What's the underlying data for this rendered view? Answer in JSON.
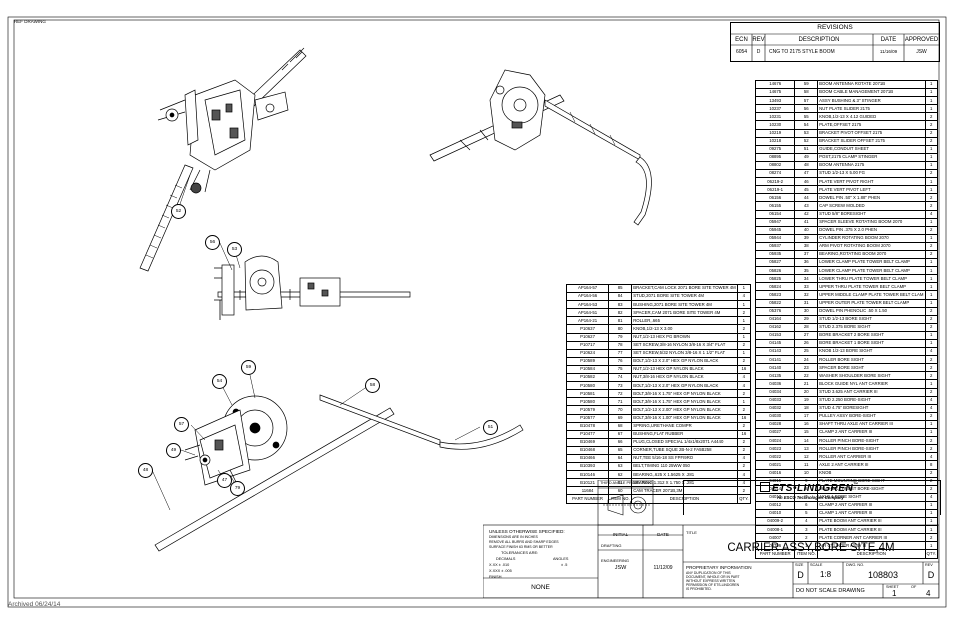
{
  "corner_tag": "REF DRAWING",
  "archive_note": "Archived 06/24/14",
  "revisions": {
    "title": "REVISIONS",
    "headers": [
      "ECN",
      "REV",
      "DESCRIPTION",
      "DATE",
      "APPROVED"
    ],
    "rows": [
      [
        "6054",
        "D",
        "CNG TO 2175 STYLE BOOM",
        "11/16/09",
        "JSW"
      ]
    ]
  },
  "bom_right": [
    [
      "14676",
      "59",
      "BOOM ANTENNA ROTATE 2071B",
      "1"
    ],
    [
      "14675",
      "58",
      "BOOM CABLE MANAGEMENT 2071B",
      "1"
    ],
    [
      "13493",
      "57",
      "ASSY BUSHING & 3\" STINGER",
      "1"
    ],
    [
      "10237",
      "56",
      "NUT PLATE SLIDER 2175",
      "1"
    ],
    [
      "10231",
      "55",
      "KNOB,1/2-13 X 4.12 GUIDED",
      "2"
    ],
    [
      "10230",
      "54",
      "PLATE,OFFSET 2175",
      "2"
    ],
    [
      "10219",
      "53",
      "BRACKET PIVOT OFFSET 2175",
      "2"
    ],
    [
      "10218",
      "52",
      "BRACKET SLIDER OFFSET 2175",
      "2"
    ],
    [
      "09275",
      "51",
      "GUIDE,CONDUIT SHEET",
      "1"
    ],
    [
      "08895",
      "49",
      "POST,2175 CLAMP STINGER",
      "1"
    ],
    [
      "08802",
      "48",
      "BOOM ANTENNA 2175",
      "1"
    ],
    [
      "08274",
      "47",
      "STUD 1/2-13 X 5.00 FG",
      "2"
    ],
    [
      "06219-2",
      "46",
      "PLATE VERT PIVOT RIGHT",
      "1"
    ],
    [
      "06219-1",
      "45",
      "PLATE VERT PIVOT LEFT",
      "1"
    ],
    [
      "06156",
      "44",
      "DOWEL PIN .50\" X 1.88\" PHEN",
      "2"
    ],
    [
      "06155",
      "43",
      "CAP SCREW MOLDED",
      "2"
    ],
    [
      "06154",
      "42",
      "STUD 5/8\" BORESIGHT",
      "4"
    ],
    [
      "05947",
      "41",
      "SPACER SLEEVE ROTATING BOOM 2070",
      "1"
    ],
    [
      "05945",
      "40",
      "DOWEL PIN .375 X 2.0 PHEN",
      "2"
    ],
    [
      "05944",
      "39",
      "CYLINDER ROTATING BOOM 2070",
      "1"
    ],
    [
      "05937",
      "38",
      "ARM PIVOT ROTATING BOOM 2070",
      "2"
    ],
    [
      "05935",
      "37",
      "BEARING,ROTATING BOOM 2070",
      "2"
    ],
    [
      "05827",
      "36",
      "LOWER CLAMP PLATE TOWER BELT CLAMP",
      "1"
    ],
    [
      "05826",
      "35",
      "LOWER CLAMP PLATE TOWER BELT CLAMP",
      "1"
    ],
    [
      "05825",
      "34",
      "LOWER THRU PLATE TOWER BELT CLAMP",
      "1"
    ],
    [
      "05824",
      "33",
      "UPPER THRU PLATE TOWER BELT CLAMP",
      "1"
    ],
    [
      "05823",
      "32",
      "UPPER MIDDLE CLAMP PLATE TOWER BELT CLAM",
      "1"
    ],
    [
      "05822",
      "31",
      "UPPER OUTER PLATE TOWER BELT CLAMP",
      "1"
    ],
    [
      "05376",
      "30",
      "DOWEL PIN PHENOLIC .50 X 1.50",
      "2"
    ],
    [
      "04164",
      "29",
      "STUD 1/2-13 BORE SIGHT",
      "2"
    ],
    [
      "04162",
      "28",
      "STUD 2.375 BORE SIGHT",
      "2"
    ],
    [
      "04153",
      "27",
      "BORE BRACKET 2 BORE SIGHT",
      "1"
    ],
    [
      "04145",
      "26",
      "BORE BRACKET 1 BORE SIGHT",
      "1"
    ],
    [
      "04143",
      "25",
      "KNOB 1/2-13 BORE SIGHT",
      "4"
    ],
    [
      "04141",
      "24",
      "ROLLER BORE SIGHT",
      "2"
    ],
    [
      "04140",
      "23",
      "SPACER BORE SIGHT",
      "2"
    ],
    [
      "04135",
      "22",
      "WASHER SHOULDER BORE SIGHT",
      "2"
    ],
    [
      "04036",
      "21",
      "BLOCK GUIDE NYL ANT CARRIER",
      "1"
    ],
    [
      "04034",
      "20",
      "STUD 3.625 ANT CARRIER III",
      "2"
    ],
    [
      "04033",
      "19",
      "STUD 2.250 BORE-SIGHT",
      "4"
    ],
    [
      "04032",
      "18",
      "STUD 4.75\" BORESIGHT",
      "4"
    ],
    [
      "04030",
      "17",
      "PULLEY ASSY BORE-SIGHT",
      "2"
    ],
    [
      "04028",
      "16",
      "SHAFT THRU AXLE ANT CARRIER III",
      "1"
    ],
    [
      "04027",
      "15",
      "CLAMP 2 ANT CARRIER III",
      "1"
    ],
    [
      "04024",
      "14",
      "ROLLER PINCH BORE-SIGHT",
      "2"
    ],
    [
      "04023",
      "13",
      "ROLLER PINCH BORE-SIGHT",
      "2"
    ],
    [
      "04022",
      "12",
      "ROLLER ANT CARRIER III",
      "4"
    ],
    [
      "04021",
      "11",
      "AXLE 2 ANT CARRIER III",
      "8"
    ],
    [
      "04016",
      "10",
      "KNOB",
      "2"
    ],
    [
      "04015",
      "9",
      "PLATE MOUNTING BORE-SIGHT",
      "2"
    ],
    [
      "04014",
      "8",
      "WASHER THRUST BORE-SIGHT",
      "2"
    ],
    [
      "04013",
      "7",
      "AXLE 1 BORE SIGHT",
      "4"
    ],
    [
      "04012",
      "6",
      "CLAMP 2 ANT CARRIER III",
      "1"
    ],
    [
      "04010",
      "5",
      "CLAMP 1 ANT CARRIER III",
      "1"
    ],
    [
      "04009-2",
      "4",
      "PLATE BOOM ANT CARRIER III",
      "1"
    ],
    [
      "04008-1",
      "3",
      "PLATE BOOM ANT CARRIER III",
      "1"
    ],
    [
      "04007",
      "2",
      "PLATE CORNER ANT CARRIER III",
      "2"
    ],
    [
      "03796",
      "1",
      "AIR CYLINDER ASSY III",
      "1"
    ]
  ],
  "bom_right_footer": [
    "PART NUMBER",
    "ITEM NO.",
    "DESCRIPTION",
    "QTY."
  ],
  "bom_left": [
    [
      "AP164-57",
      "85",
      "BRACKET,CAM LOCK 2071 BORE SITE TOWER 4M",
      "1"
    ],
    [
      "AP164-56",
      "84",
      "STUD,2071 BORE SITE TOWER 4M",
      "4"
    ],
    [
      "AP164-53",
      "83",
      "BUSHING,2071 BORE SITE TOWER 4M",
      "1"
    ],
    [
      "AP164-51",
      "82",
      "SPACER,CAM 2071 BORE SITE TOWER 4M",
      "2"
    ],
    [
      "AP164-21",
      "81",
      "ROLLER,.665",
      "1"
    ],
    [
      "P10637",
      "80",
      "KNOB,1/2-13 X 3.00",
      "2"
    ],
    [
      "P10627",
      "79",
      "NUT,1/2-13 HEX PG BROWN",
      "1"
    ],
    [
      "P10717",
      "78",
      "SET SCREW,3/8-16 NYLON 3/8-16 X 3/4\" FLAT",
      "2"
    ],
    [
      "P10624",
      "77",
      "SET SCREW,5/32 NYLON 3/8-16 X 1 1/2\" FLAT",
      "1"
    ],
    [
      "P10589",
      "76",
      "BOLT,1/2-13 X 2.0\" HEX GP NYLON BLACK",
      "2"
    ],
    [
      "P10584",
      "75",
      "NUT,1/2-13 HEX GP NYLON BLACK",
      "16"
    ],
    [
      "P10582",
      "74",
      "NUT,3/8-16 HEX GP NYLON BLACK",
      "4"
    ],
    [
      "P10580",
      "73",
      "BOLT,1/2-13 X 2.0\" HEX GP NYLON BLACK",
      "4"
    ],
    [
      "P10581",
      "72",
      "BOLT,3/8-16 X 1.75\" HEX GP NYLON BLACK",
      "2"
    ],
    [
      "P10580",
      "71",
      "BOLT,3/8-16 X 1.75\" HEX GP NYLON BLACK",
      "1"
    ],
    [
      "P10579",
      "70",
      "BOLT,1/2-13 X 2.00\" HEX GP NYLON BLACK",
      "2"
    ],
    [
      "P10577",
      "69",
      "BOLT,3/8-16 X 1.00\" HEX GP NYLON BLACK",
      "16"
    ],
    [
      "B10478",
      "68",
      "SPRING,URETHANE COMPR",
      "2"
    ],
    [
      "P10477",
      "67",
      "BUSHING,FLAT RUBBER",
      "16"
    ],
    [
      "B10469",
      "66",
      "PLUG,CLOSED SPECIAL 1/4x1/8x2071 A4440",
      "2"
    ],
    [
      "B10468",
      "65",
      "CORNER,TUBE SQUE 2B-N-2 FA5B258",
      "2"
    ],
    [
      "B10466",
      "64",
      "NUT,TEE 5/16-18 SS FPFI9RO",
      "4"
    ],
    [
      "B10393",
      "63",
      "BELT,TIMING 110 25WW 050",
      "2"
    ],
    [
      "B10146",
      "62",
      "BEARING,.625 X 1.5625 X .281",
      "4"
    ],
    [
      "B10121",
      "61",
      "BEARING,1.312 X 1.750 X .281",
      "4"
    ],
    [
      "11684",
      "60",
      "CAM TRACER 2071B,3M",
      "2"
    ]
  ],
  "bom_left_footer": [
    "PART NUMBER",
    "ITEM NO.",
    "DESCRIPTION",
    "QTY."
  ],
  "callouts": [
    "52",
    "56",
    "53",
    "54",
    "59",
    "58",
    "51",
    "57",
    "49",
    "48",
    "47",
    "79"
  ],
  "title_block": {
    "projection": "THIRD ANGLE PROJECTION",
    "unless": "UNLESS OTHERWISE SPECIFIED:",
    "notes": [
      "DIMENSIONS ARE IN INCHES",
      "REMOVE ALL BURRS AND SHARP EDGES",
      "SURFACE FINISH 63 RMS OR BETTER",
      "TOLERANCES ARE:"
    ],
    "decimals_label": "DECIMALS",
    "angles_label": "ANGLES",
    "tol_xx": "X.XX  ± .010",
    "tol_ang": "± .5",
    "tol_xxx": "X.XXX  ± .005",
    "finish_label": "FINISH",
    "finish_value": "NONE",
    "initial_label": "INITIAL",
    "date_label": "DATE",
    "drafting_label": "DRAFTING",
    "engineering_label": "ENGINEERING",
    "engineer": "JSW",
    "eng_date": "11/12/09",
    "title_label": "TITLE",
    "title": "CARRIER ASSY,BORE SITE,4M",
    "company": "ETS•LINDGREN",
    "company_tm": "™",
    "company_sub": "An ESCO Technologies Company",
    "proprietary_title": "PROPRIETARY INFORMATION",
    "proprietary_text": [
      "ANY DUPLICATION OF THIS",
      "DOCUMENT, WHOLE OR IN PART",
      "WITHOUT EXPRESS WRITTEN",
      "PERMISSION OF ETS-LINDGREN",
      "IS PROHIBITED."
    ],
    "size_label": "SIZE",
    "size": "D",
    "scale_label": "SCALE",
    "scale": "1:8",
    "dwg_label": "DWG. NO.",
    "dwg_no": "108803",
    "rev_label": "REV",
    "rev": "D",
    "do_not_scale": "DO NOT SCALE DRAWING",
    "sheet_label": "SHEET",
    "sheet": "1",
    "of_label": "OF",
    "sheets": "4"
  }
}
